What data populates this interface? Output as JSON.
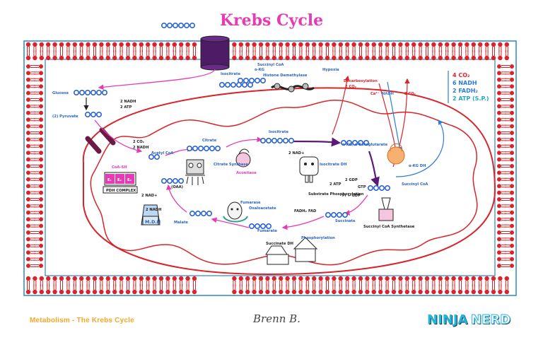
{
  "title": "Krebs Cycle",
  "footer": {
    "left": "Metabolism - The Krebs Cycle",
    "signature": "Brenn B.",
    "logo_ninja": "NINJA",
    "logo_nerd": "NERD"
  },
  "labels": {
    "glucose": "Glucose",
    "pyruvate": "(2) Pyruvate",
    "nadh_2": "2 NADH",
    "atp_2": "2 ATP",
    "co2_2": "2 CO₂",
    "nadh_2b": "2 NADH",
    "acetyl_coa": "Acetyl CoA",
    "coa_sh": "CoA-SH",
    "pdh_complex": "PDH COMPLEX",
    "e1": "E₁",
    "e2": "E₂",
    "e3": "E₃",
    "citrate": "Citrate",
    "isocitrate": "Isocitrate",
    "aconitase": "Aconitase",
    "citrate_synthase": "Citrate Synthase",
    "akg": "α-KG/ α-Ketoglutarate",
    "isocitrate_dh": "Isocitrate DH",
    "akg_dh": "α-KG DH",
    "succinyl_coa": "Succinyl CoA",
    "succinyl_coa_synthetase": "Succinyl CoA Synthetase",
    "substrate_phos": "Substrate Phosphorylation",
    "gtp": "GTP",
    "atp": "2 ATP",
    "gdp": "2 GDP",
    "pi_gdp": "Pi + GDP",
    "succinate": "Succinate",
    "fumarate": "Fumarate",
    "fumarase": "Fumarase",
    "malate": "Malate",
    "mdh": "M.D.H",
    "oaa": "(OAA)",
    "nad_2": "2 NAD+",
    "nadh_2c": "2 NADH",
    "nad_plus": "2 NAD+",
    "fadh2": "FADH₂",
    "succinate_dh": "Succinate DH",
    "fad": "FAD",
    "isocitrate_top": "Isocitrate",
    "akg_top": "α-KG",
    "succinyl_coa_top": "Succinyl CoA",
    "histone_demethylase": "Histone Demethylase",
    "hypoxia": "Hypoxia",
    "decarboxylation": "Decarboxylation",
    "co2_2b": "2 CO₂",
    "ca_plus": "Ca²⁺",
    "nadh_top": "NADH",
    "co2_top": "2 CO₂",
    "phosphorylation": "Phosphorylation",
    "oxaloacetate": "Oxaloacetate",
    "nadh_small": "NADH",
    "aconitase_small": "Aconitase"
  },
  "summary": {
    "items": [
      "4 CO₂",
      "6 NADH",
      "2 FADH₂",
      "2 ATP (S.P.)"
    ],
    "colors": [
      "#e0262b",
      "#2c7bd6",
      "#2c7bd6",
      "#25a7c4"
    ]
  },
  "colors": {
    "membrane_red": "#d8242a",
    "outer_blue": "#2c86c9",
    "title_pink": "#e63bb4",
    "carbon_blue": "#2a64c8",
    "arrow_pink": "#e63bb4",
    "arrow_purple": "#5b1a7a",
    "transporter": "#4e1b67",
    "footer_orange": "#f4a72a",
    "logo_cyan": "#24b5d9"
  }
}
